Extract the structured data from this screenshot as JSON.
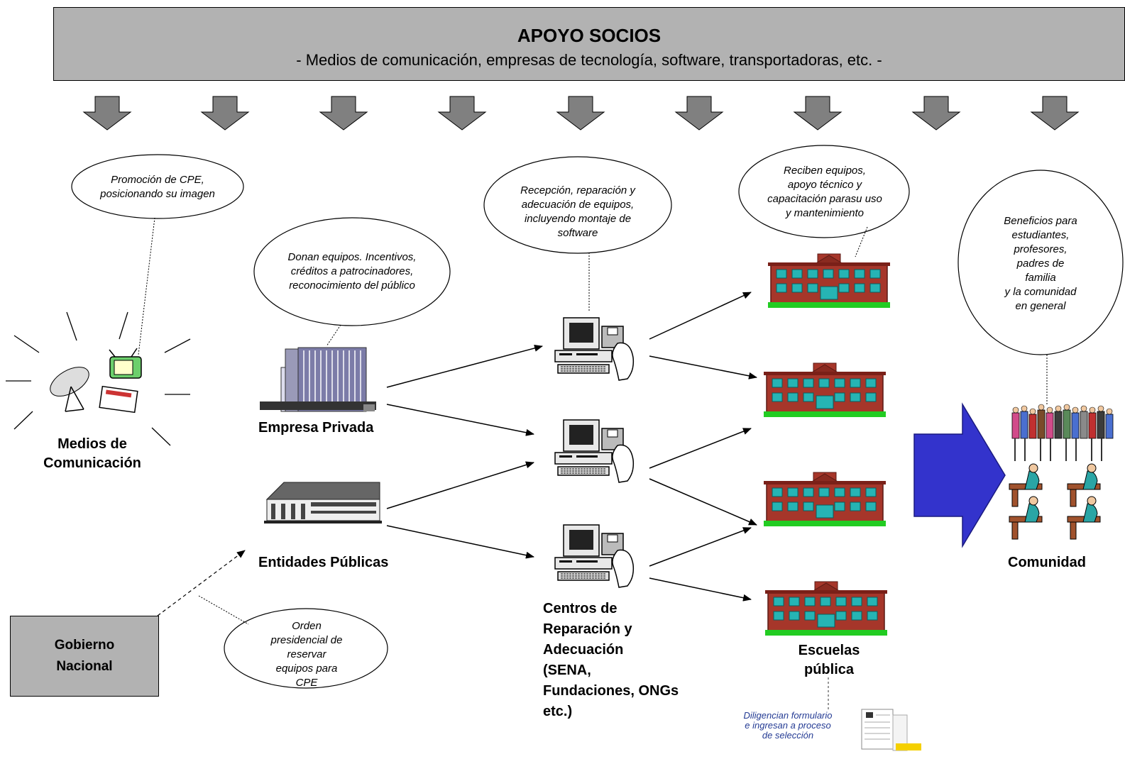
{
  "banner": {
    "title": "APOYO SOCIOS",
    "subtitle": "- Medios de comunicación, empresas de tecnología, software, transportadoras, etc. -"
  },
  "nodes": {
    "medios": [
      "Medios de",
      "Comunicación"
    ],
    "empresa": "Empresa Privada",
    "entidades": "Entidades Públicas",
    "centros": [
      "Centros de",
      "Reparación y",
      "Adecuación",
      "(SENA,",
      "Fundaciones, ONGs",
      "etc.)"
    ],
    "escuelas": [
      "Escuelas",
      "pública"
    ],
    "comunidad": "Comunidad",
    "gobierno": [
      "Gobierno",
      "Nacional"
    ]
  },
  "bubbles": {
    "promocion": [
      "Promoción de CPE,",
      "posicionando su imagen"
    ],
    "donan": [
      "Donan equipos. Incentivos,",
      "créditos a patrocinadores,",
      "reconocimiento del público"
    ],
    "recepcion": [
      "Recepción, reparación y",
      "adecuación de equipos,",
      "incluyendo montaje de",
      "software"
    ],
    "reciben": [
      "Reciben equipos,",
      "apoyo técnico y",
      "capacitación parasu uso",
      "y mantenimiento"
    ],
    "beneficios": [
      "Beneficios para",
      "estudiantes,",
      "profesores,",
      "padres de",
      "familia",
      "y la comunidad",
      "en general"
    ],
    "orden": [
      "Orden",
      "presidencial de",
      "reservar",
      "equipos para",
      "CPE"
    ]
  },
  "form_note": [
    "Diligencian formulario",
    "e ingresan a proceso",
    "de selección"
  ],
  "colors": {
    "banner_fill": "#b2b2b2",
    "down_arrow_fill": "#808080",
    "big_arrow_fill": "#3333cc",
    "school_brick": "#a6362a",
    "school_window": "#26b4b4",
    "school_grass": "#22cc22",
    "form_text": "#243b94"
  },
  "icons": {
    "media": "media-icon",
    "office_building": "office-building-icon",
    "government_building": "government-building-icon",
    "computer": "computer-icon",
    "school": "school-icon",
    "people": "people-icon",
    "students": "student-desk-icon",
    "form": "form-document-icon"
  }
}
